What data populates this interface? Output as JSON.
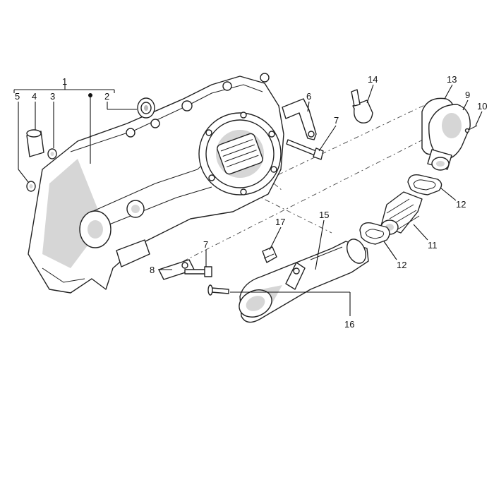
{
  "colors": {
    "line": "#222222",
    "shade": "#d6d6d6",
    "background": "#ffffff"
  },
  "callouts": {
    "c1": "1",
    "c2": "2",
    "c3": "3",
    "c4": "4",
    "c5": "5",
    "c6": "6",
    "c7a": "7",
    "c7b": "7",
    "c8": "8",
    "c9": "9",
    "c10": "10",
    "c11": "11",
    "c12a": "12",
    "c12b": "12",
    "c13": "13",
    "c14": "14",
    "c15": "15",
    "c16": "16",
    "c17": "17"
  }
}
